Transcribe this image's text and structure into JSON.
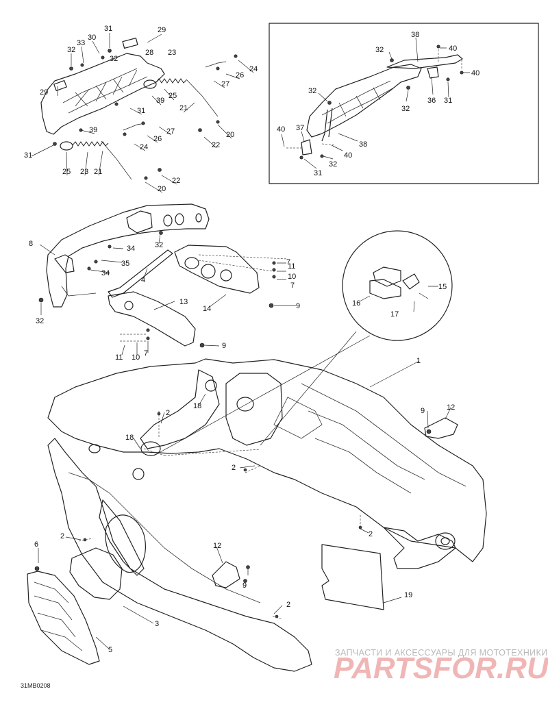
{
  "diagram_code": "31MB0208",
  "watermark": {
    "tagline": "ЗАПЧАСТИ И АКСЕССУАРЫ ДЛЯ МОТОТЕХНИКИ",
    "logo": "PARTSFOR.RU"
  },
  "callouts": {
    "c_31a": "31",
    "c_29a": "29",
    "c_30": "30",
    "c_33": "33",
    "c_32a": "32",
    "c_32b": "32",
    "c_28": "28",
    "c_23a": "23",
    "c_24a": "24",
    "c_26a": "26",
    "c_27a": "27",
    "c_29b": "29",
    "c_25a": "25",
    "c_39a": "39",
    "c_31b": "31",
    "c_21a": "21",
    "c_20a": "20",
    "c_22a": "22",
    "c_39b": "39",
    "c_27b": "27",
    "c_26b": "26",
    "c_24b": "24",
    "c_31c": "31",
    "c_25b": "25",
    "c_23b": "23",
    "c_21b": "21",
    "c_22b": "22",
    "c_20b": "20",
    "c_38a": "38",
    "c_32c": "32",
    "c_40a": "40",
    "c_40b": "40",
    "c_32d": "32",
    "c_32e": "32",
    "c_36": "36",
    "c_31d": "31",
    "c_40c": "40",
    "c_37": "37",
    "c_38b": "38",
    "c_40d": "40",
    "c_32f": "32",
    "c_31e": "31",
    "c_8": "8",
    "c_34a": "34",
    "c_32g": "32",
    "c_35": "35",
    "c_34b": "34",
    "c_4": "4",
    "c_7a": "7",
    "c_11a": "11",
    "c_10a": "10",
    "c_7b": "7",
    "c_9a": "9",
    "c_14": "14",
    "c_32h": "32",
    "c_13": "13",
    "c_9b": "9",
    "c_11b": "11",
    "c_10b": "10",
    "c_7c": "7",
    "c_15": "15",
    "c_16": "16",
    "c_17": "17",
    "c_1": "1",
    "c_18a": "18",
    "c_2a": "2",
    "c_18b": "18",
    "c_2b": "2",
    "c_9c": "9",
    "c_12a": "12",
    "c_2c": "2",
    "c_2d": "2",
    "c_6": "6",
    "c_12b": "12",
    "c_9d": "9",
    "c_2e": "2",
    "c_19": "19",
    "c_3": "3",
    "c_5": "5"
  }
}
